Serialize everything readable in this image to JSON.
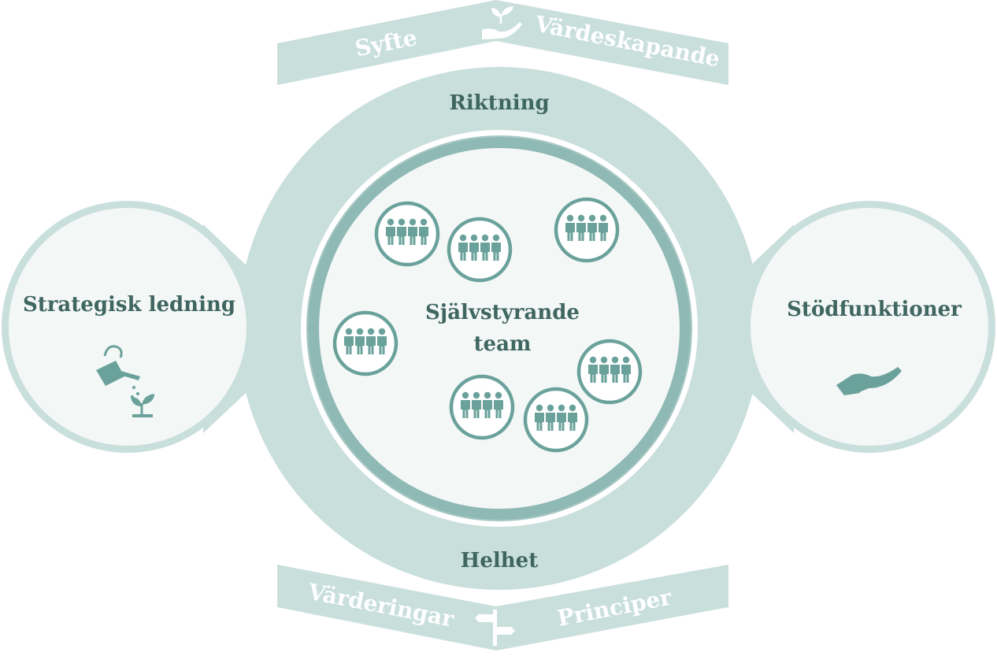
{
  "banner_top": {
    "left": "Syfte",
    "right": "Värdeskapande",
    "icon": "hand-plant-icon"
  },
  "banner_bottom": {
    "left": "Värderingar",
    "right": "Principer",
    "icon": "signpost-icon"
  },
  "outer_ring": {
    "top_label": "Riktning",
    "bottom_label": "Helhet"
  },
  "center": {
    "line1": "Självstyrande",
    "line2": "team",
    "team_icon": "team-group-icon"
  },
  "left_bubble": {
    "label": "Strategisk ledning",
    "icon": "watering-can-plant-icon"
  },
  "right_bubble": {
    "label": "Stödfunktioner",
    "icon": "supporting-hand-icon"
  },
  "colors": {
    "light": "#c9dfdc",
    "pale": "#f3f7f6",
    "mid": "#8eb9b4",
    "dark": "#6aa29b",
    "text": "#3f6660"
  }
}
